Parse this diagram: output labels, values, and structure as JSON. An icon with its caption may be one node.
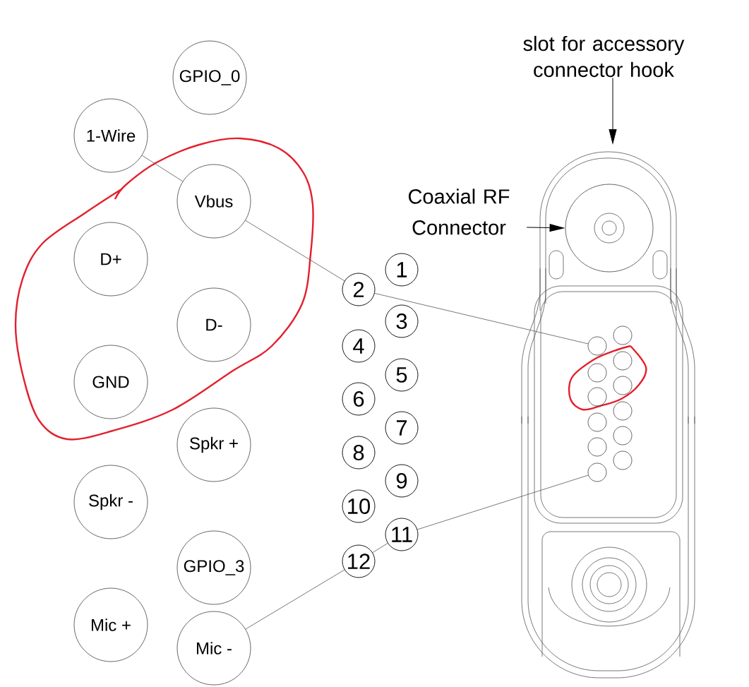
{
  "diagram": {
    "nodes": [
      {
        "text": [
          "slot for accessory connector hook"
        ]
      },
      {
        "text": [
          "Coaxial RF Connector"
        ]
      },
      {
        "text": [],
        "shape": "circle"
      },
      {
        "text": [
          "GPIO_0"
        ]
      },
      {
        "text": [
          "1-Wire"
        ]
      },
      {
        "text": [
          "Vbus"
        ]
      },
      {
        "text": [
          "D+"
        ]
      },
      {
        "text": [
          "D-"
        ]
      },
      {
        "text": [
          "GND"
        ]
      },
      {
        "text": [
          "Spkr +"
        ]
      },
      {
        "text": [
          "Spkr -"
        ]
      },
      {
        "text": [
          "GPIO_3"
        ]
      },
      {
        "text": [
          "Mic +"
        ]
      },
      {
        "text": [
          "Mic -"
        ]
      },
      {
        "text": [
          "1"
        ]
      },
      {
        "text": [
          "2"
        ]
      },
      {
        "text": [
          "3"
        ]
      },
      {
        "text": [
          "4"
        ]
      },
      {
        "text": [
          "5"
        ]
      },
      {
        "text": [
          "6"
        ]
      },
      {
        "text": [
          "7"
        ]
      },
      {
        "text": [
          "8"
        ]
      },
      {
        "text": [
          "9"
        ]
      },
      {
        "text": [
          "10"
        ]
      },
      {
        "text": [
          "11"
        ]
      },
      {
        "text": [
          "12"
        ]
      },
      {
        "text": [],
        "shape": "circle"
      },
      {
        "text": [],
        "shape": "circle"
      },
      {
        "text": [],
        "shape": "circle"
      },
      {
        "text": [],
        "shape": "circle"
      },
      {
        "text": [],
        "shape": "circle"
      },
      {
        "text": [],
        "shape": "circle"
      },
      {
        "text": [],
        "shape": "circle"
      },
      {
        "text": [],
        "shape": "circle"
      },
      {
        "text": [],
        "shape": "circle"
      },
      {
        "text": [],
        "shape": "circle"
      },
      {
        "text": [],
        "shape": "circle"
      },
      {
        "text": [],
        "shape": "circle"
      }
    ],
    "edges": [
      {
        "from": 0,
        "to": null,
        "arrow": "to"
      },
      {
        "from": 1,
        "to": 2,
        "arrow": "to"
      },
      {
        "from": 4,
        "to": 5,
        "arrow": "none"
      },
      {
        "from": 5,
        "to": 15,
        "arrow": "none"
      },
      {
        "from": 15,
        "to": 27,
        "arrow": "none"
      },
      {
        "from": 13,
        "to": 25,
        "arrow": "none"
      },
      {
        "from": 25,
        "to": 24,
        "arrow": "none"
      },
      {
        "from": 24,
        "to": 37,
        "arrow": "none"
      }
    ]
  }
}
